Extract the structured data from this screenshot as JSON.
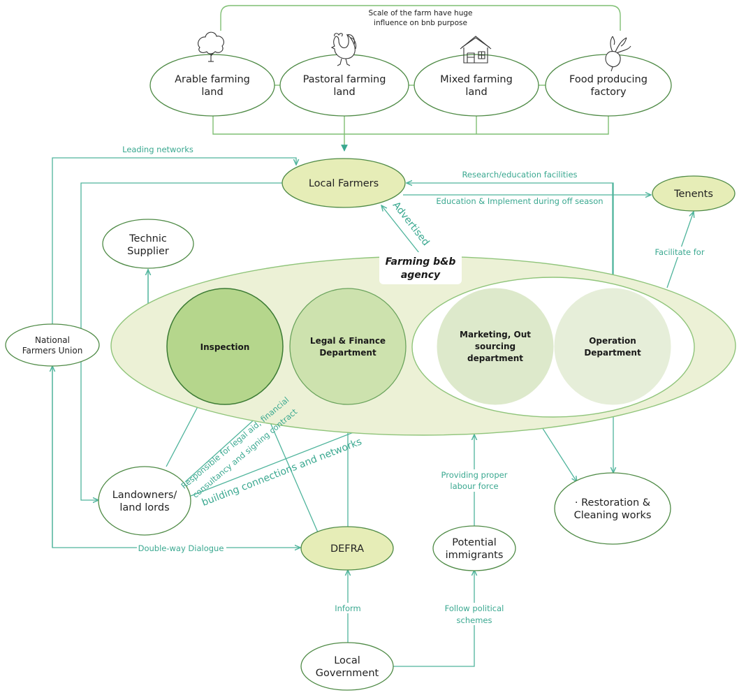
{
  "scale_note": [
    "Scale of the farm have huge",
    "influence on bnb purpose"
  ],
  "farm_types": [
    {
      "lines": [
        "Arable farming",
        "land"
      ],
      "icon": "tree-icon"
    },
    {
      "lines": [
        "Pastoral farming",
        "land"
      ],
      "icon": "rooster-icon"
    },
    {
      "lines": [
        "Mixed farming",
        "land"
      ],
      "icon": "barn-icon"
    },
    {
      "lines": [
        "Food producing",
        "factory"
      ],
      "icon": "beetroot-icon"
    }
  ],
  "nodes": {
    "local_farmers": "Local Farmers",
    "tenents": "Tenents",
    "technic_supplier": [
      "Technic",
      "Supplier"
    ],
    "national_farmers_union": [
      "National",
      "Farmers Union"
    ],
    "landowners": [
      "Landowners/",
      "land lords"
    ],
    "defra": "DEFRA",
    "potential_immigrants": [
      "Potential",
      "immigrants"
    ],
    "local_government": [
      "Local",
      "Government"
    ],
    "restoration": [
      "· Restoration &",
      "Cleaning works"
    ]
  },
  "agency": {
    "title": [
      "Farming b&b",
      "agency"
    ],
    "departments": {
      "inspection": [
        "Inspection"
      ],
      "legal_finance": [
        "Legal & Finance",
        "Department"
      ],
      "marketing": [
        "Marketing, Out",
        "sourcing",
        "department"
      ],
      "operation": [
        "Operation",
        "Department"
      ]
    }
  },
  "edge_labels": {
    "leading_networks": "Leading networks",
    "research_education": "Research/education facilities",
    "education_implement": "Education & Implement during off season",
    "advertised": "Advertised",
    "facilitate_for": "Facilitate for",
    "legal_aid": [
      "Responsible for legal aid, financial",
      "consultancy and signing contract"
    ],
    "building_connections": "building connections and networks",
    "providing_labour": [
      "Providing proper",
      "labour force"
    ],
    "double_way": "Double-way Dialogue",
    "inform": "Inform",
    "follow_political": [
      "Follow political",
      "schemes"
    ]
  },
  "colors": {
    "line": "#4fb49c",
    "node_outline": "#4e8a45",
    "highlight_fill": "#e6edb7",
    "agency_fill": "#ecf1d6",
    "inspection_fill": "#b5d68c",
    "legal_fill": "#cde2ae",
    "marketing_fill": "#dde9cb",
    "operation_fill": "#e6eed9"
  }
}
